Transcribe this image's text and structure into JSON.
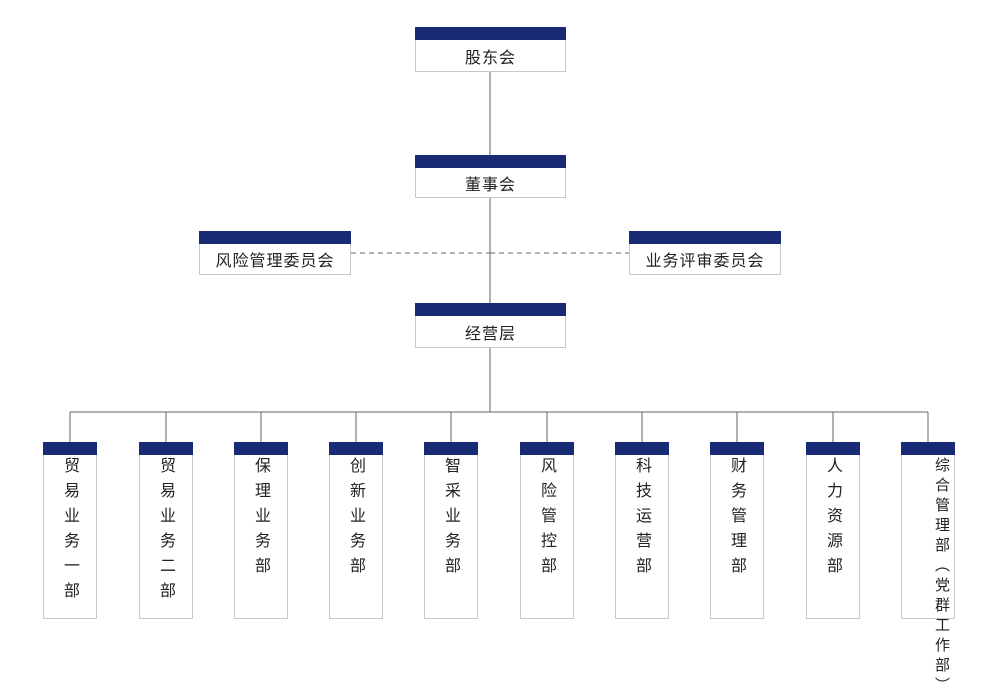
{
  "chart_data": {
    "type": "org-chart",
    "nodes": [
      {
        "id": "shareholders",
        "label": "股东会"
      },
      {
        "id": "board",
        "label": "董事会"
      },
      {
        "id": "risk-committee",
        "label": "风险管理委员会"
      },
      {
        "id": "business-committee",
        "label": "业务评审委员会"
      },
      {
        "id": "management",
        "label": "经营层"
      },
      {
        "id": "dept-1",
        "label": "贸易业务一部"
      },
      {
        "id": "dept-2",
        "label": "贸易业务二部"
      },
      {
        "id": "dept-3",
        "label": "保理业务部"
      },
      {
        "id": "dept-4",
        "label": "创新业务部"
      },
      {
        "id": "dept-5",
        "label": "智采业务部"
      },
      {
        "id": "dept-6",
        "label": "风险管控部"
      },
      {
        "id": "dept-7",
        "label": "科技运营部"
      },
      {
        "id": "dept-8",
        "label": "财务管理部"
      },
      {
        "id": "dept-9",
        "label": "人力资源部"
      },
      {
        "id": "dept-10",
        "label": "综合管理部（党群工作部）"
      }
    ],
    "edges": [
      {
        "from": "shareholders",
        "to": "board",
        "style": "solid"
      },
      {
        "from": "board",
        "to": "management",
        "style": "solid"
      },
      {
        "from": "risk-committee",
        "to": "board",
        "style": "dashed"
      },
      {
        "from": "business-committee",
        "to": "board",
        "style": "dashed"
      },
      {
        "from": "management",
        "to": "dept-1",
        "style": "solid"
      },
      {
        "from": "management",
        "to": "dept-2",
        "style": "solid"
      },
      {
        "from": "management",
        "to": "dept-3",
        "style": "solid"
      },
      {
        "from": "management",
        "to": "dept-4",
        "style": "solid"
      },
      {
        "from": "management",
        "to": "dept-5",
        "style": "solid"
      },
      {
        "from": "management",
        "to": "dept-6",
        "style": "solid"
      },
      {
        "from": "management",
        "to": "dept-7",
        "style": "solid"
      },
      {
        "from": "management",
        "to": "dept-8",
        "style": "solid"
      },
      {
        "from": "management",
        "to": "dept-9",
        "style": "solid"
      },
      {
        "from": "management",
        "to": "dept-10",
        "style": "solid"
      }
    ]
  },
  "colors": {
    "header_bar": "#1a2b75",
    "border": "#c8c8cc",
    "line": "#666666"
  }
}
